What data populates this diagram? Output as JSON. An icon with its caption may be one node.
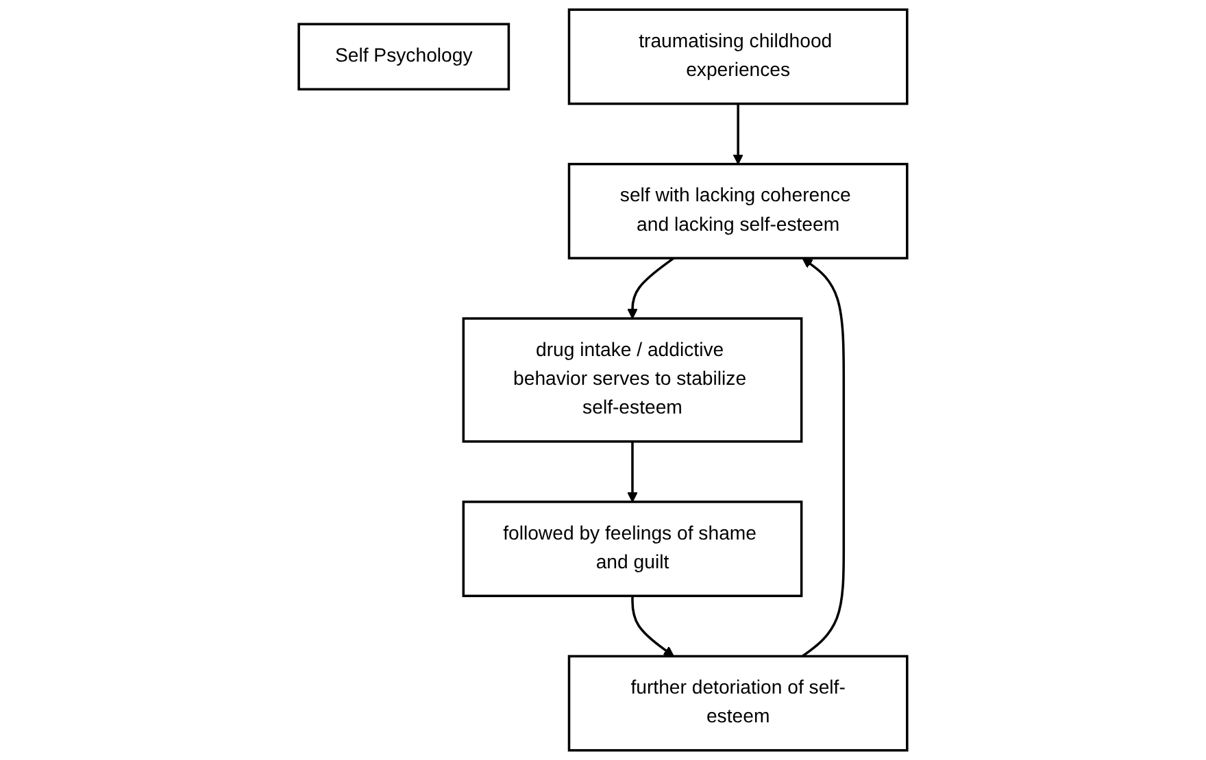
{
  "diagram": {
    "nodes": [
      {
        "text": [
          "Self Psychology"
        ]
      },
      {
        "text": [
          "traumatising childhood experiences"
        ]
      },
      {
        "text": [
          "self with lacking coherence and lacking self-esteem"
        ]
      },
      {
        "text": [
          "drug intake / addictive behavior serves to stabilize self-esteem"
        ]
      },
      {
        "text": [
          "further detoriation of self-esteem"
        ]
      },
      {
        "text": [
          "followed by feelings of shame and guilt"
        ]
      }
    ],
    "edges": [
      {
        "from": 1,
        "to": 2,
        "arrow": "to"
      },
      {
        "from": 2,
        "to": 3,
        "arrow": "to"
      },
      {
        "from": 3,
        "to": 5,
        "arrow": "to"
      },
      {
        "from": 5,
        "to": 4,
        "arrow": "to"
      },
      {
        "from": 4,
        "to": 2,
        "arrow": "to"
      }
    ]
  }
}
